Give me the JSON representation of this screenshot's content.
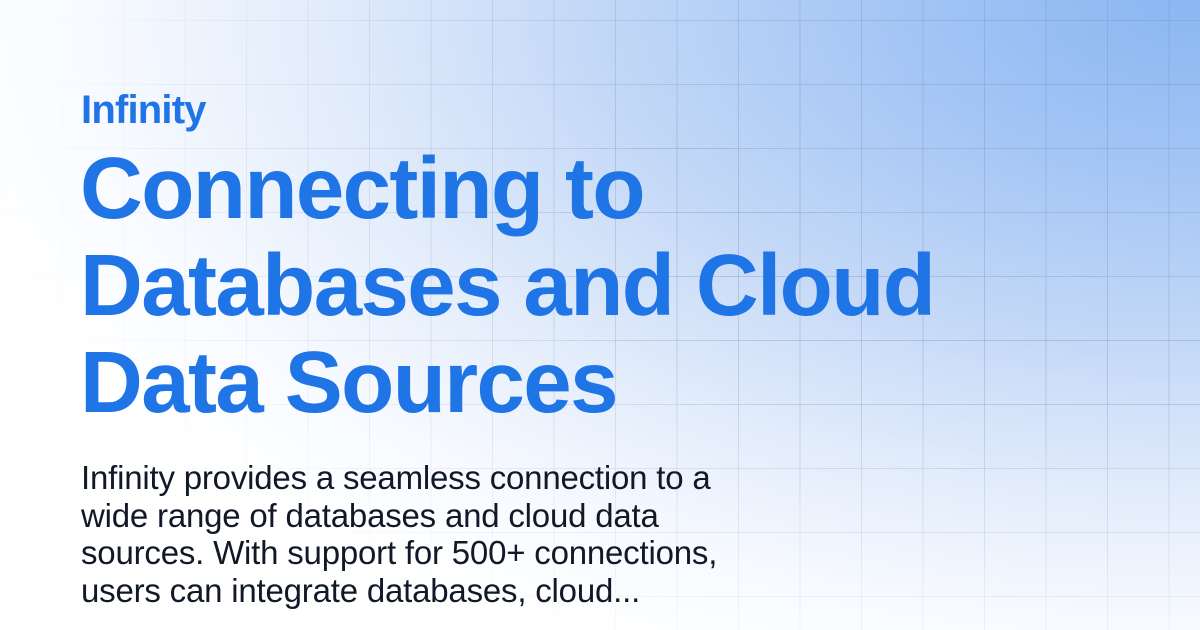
{
  "brand": {
    "name": "Infinity"
  },
  "title": {
    "lines": [
      "Connecting to",
      "Databases and Cloud",
      "Data Sources"
    ]
  },
  "description": {
    "lines": [
      "Infinity provides a seamless connection to a",
      "wide range of databases and cloud data",
      "sources. With support for 500+ connections,",
      "users can integrate databases, cloud..."
    ]
  },
  "colors": {
    "accent": "#1f74e6",
    "text": "#111827",
    "gradient_corner": "#8ab6f2",
    "background": "#ffffff"
  }
}
